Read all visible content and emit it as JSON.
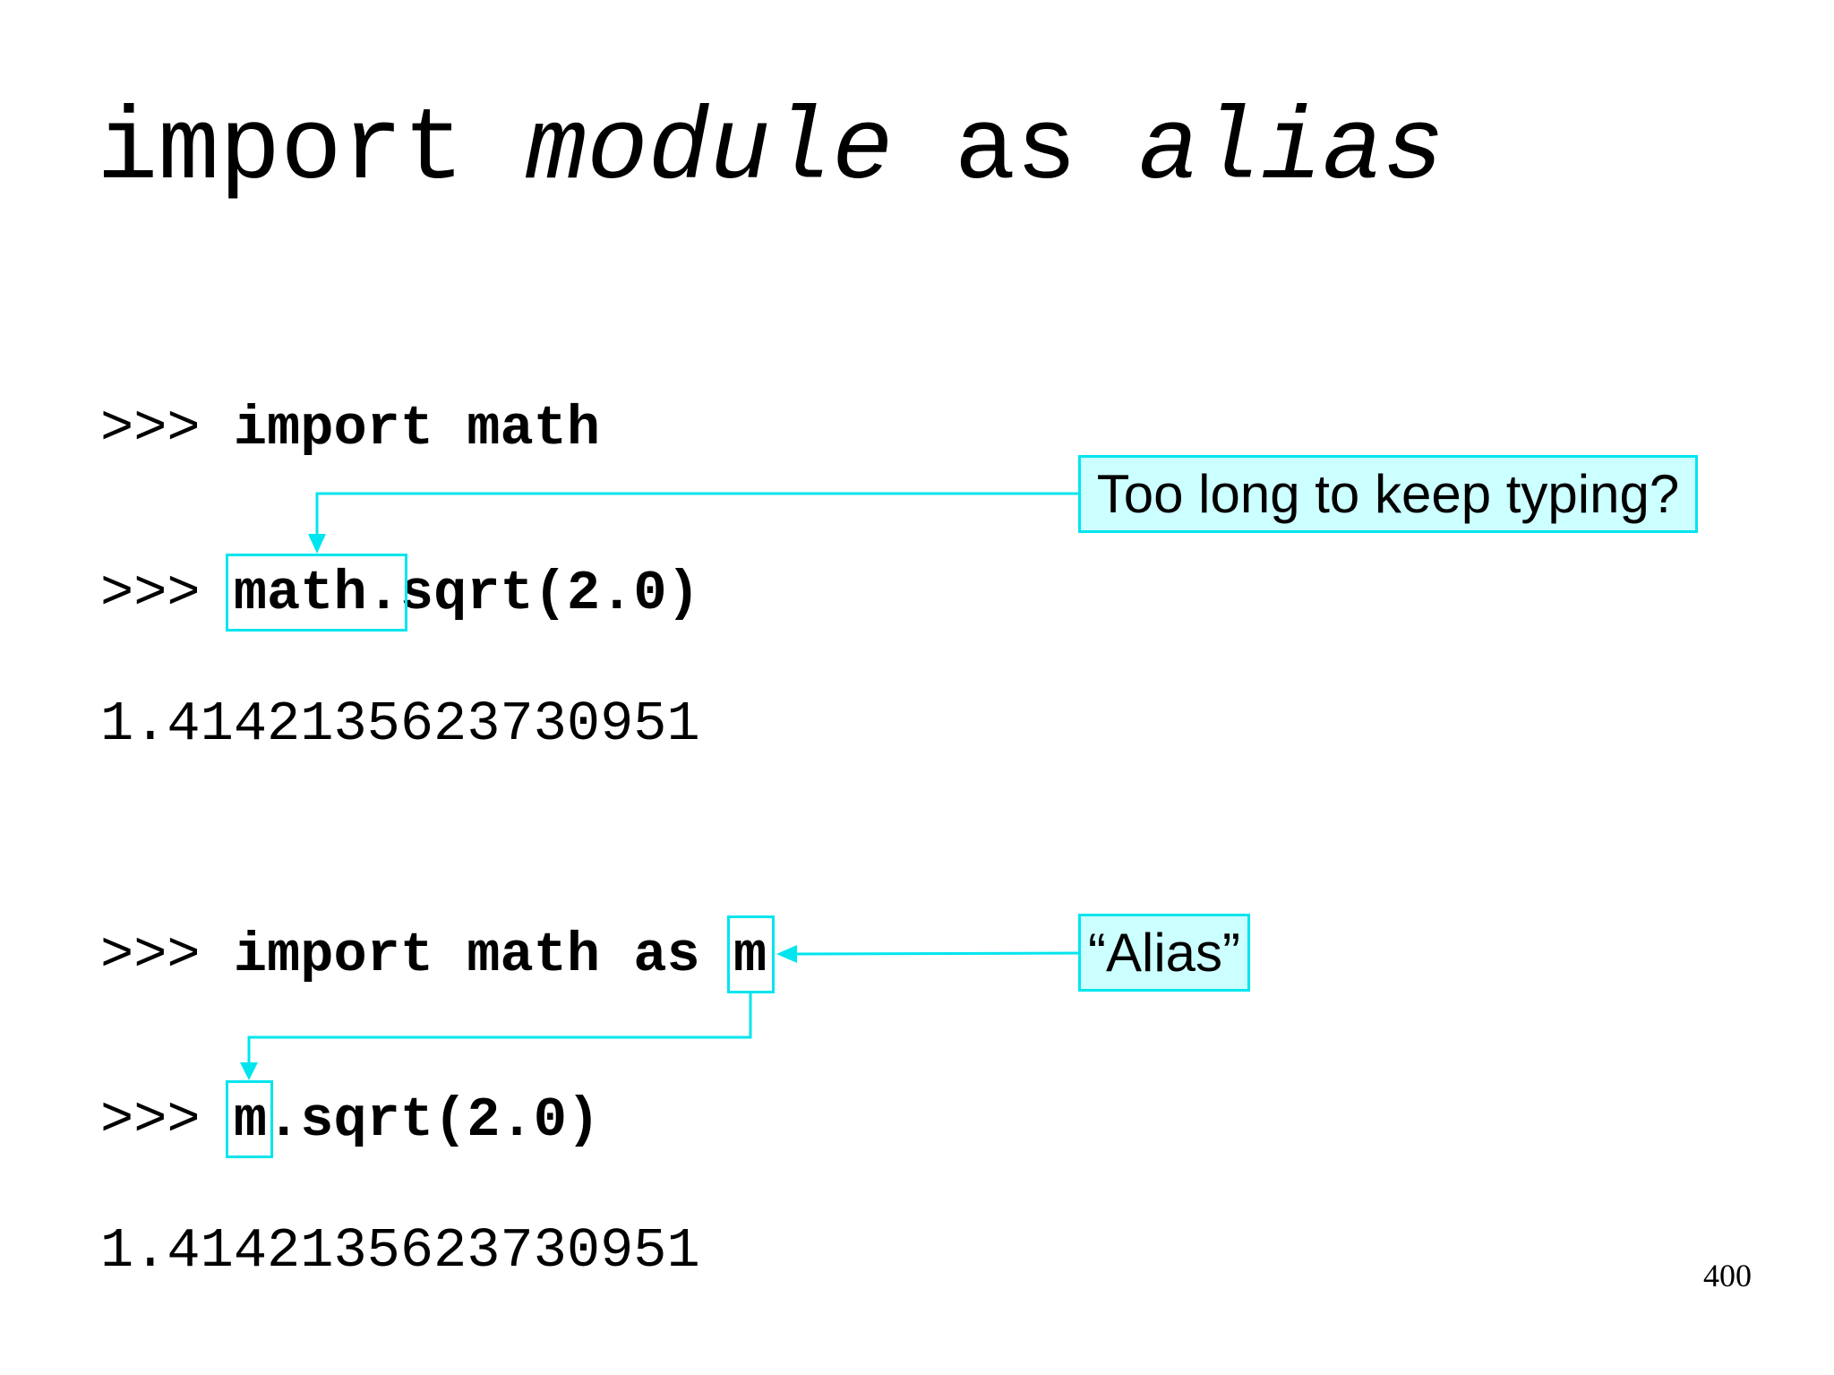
{
  "title": {
    "keyword_import": "import",
    "placeholder_module": "module",
    "keyword_as": "as",
    "placeholder_alias": "alias"
  },
  "code": {
    "prompt": ">>>",
    "line1": {
      "code": "import math"
    },
    "line2": {
      "highlight": "math.",
      "rest": "sqrt(2.0)"
    },
    "line3": {
      "output": "1.4142135623730951"
    },
    "line4": {
      "code": "import math as",
      "highlight": "m"
    },
    "line5": {
      "highlight": "m",
      "rest": ".sqrt(2.0)"
    },
    "line6": {
      "output": "1.4142135623730951"
    }
  },
  "callouts": {
    "too_long": "Too long to keep typing?",
    "alias": "“Alias”"
  },
  "colors": {
    "accent": "#00e5ee",
    "callout_fill": "#ccffff"
  },
  "page_number": "400"
}
